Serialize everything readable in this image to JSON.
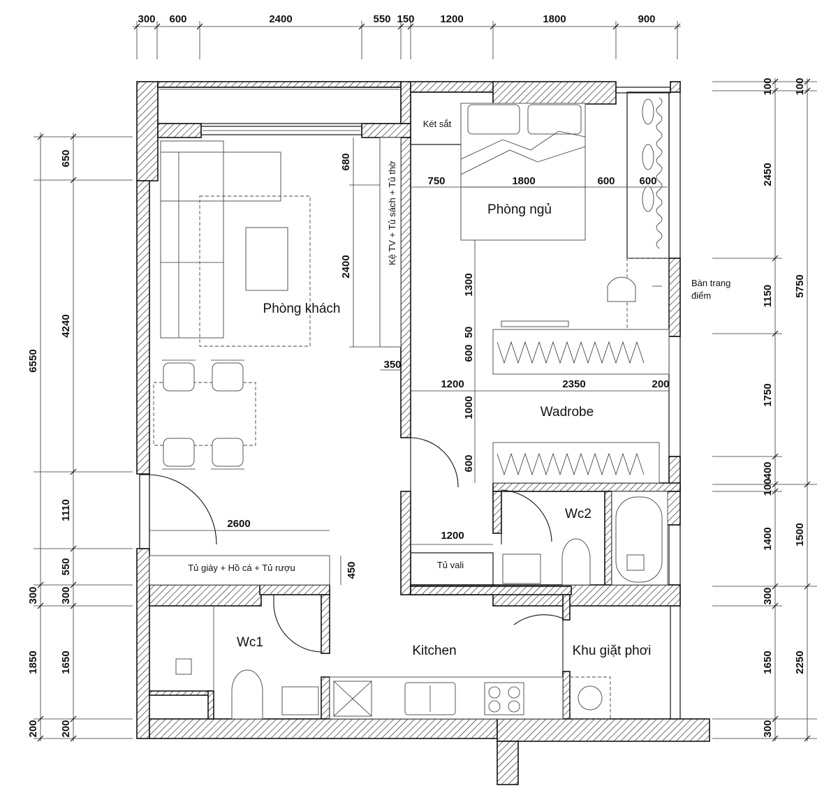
{
  "rooms": {
    "living": "Phòng khách",
    "bedroom": "Phòng ngủ",
    "wardrobe": "Wadrobe",
    "wc2": "Wc2",
    "wc1": "Wc1",
    "kitchen": "Kitchen",
    "laundry": "Khu giặt phơi"
  },
  "labels": {
    "safe": "Két sắt",
    "tv_cabinet": "Kệ TV + Tủ sách + Tủ thờ",
    "shoe_cabinet": "Tủ giày + Hồ cá + Tủ rượu",
    "suitcase": "Tủ vali",
    "vanity_line1": "Bàn trang",
    "vanity_line2": "điểm"
  },
  "dimensions": {
    "top": [
      "300",
      "600",
      "2400",
      "550",
      "150",
      "1200",
      "1800",
      "900"
    ],
    "left_outer": [
      "6550",
      "300",
      "1850",
      "200"
    ],
    "left_inner": [
      "650",
      "4240",
      "1110",
      "550",
      "300",
      "1650",
      "200"
    ],
    "right_inner": [
      "100",
      "2450",
      "1150",
      "1750",
      "400",
      "100",
      "1400",
      "300",
      "1650",
      "300"
    ],
    "right_outer": [
      "100",
      "5750",
      "1500",
      "2250"
    ],
    "living": {
      "d680": "680",
      "d2400": "2400",
      "d350": "350",
      "d2600": "2600",
      "d450": "450"
    },
    "bedroom": {
      "d750": "750",
      "d1800": "1800",
      "d600a": "600",
      "d600b": "600",
      "d1300": "1300",
      "d50": "50",
      "d600c": "600",
      "d1200": "1200",
      "d2350": "2350",
      "d200": "200",
      "d1000": "1000",
      "d600d": "600",
      "d1200b": "1200"
    }
  }
}
